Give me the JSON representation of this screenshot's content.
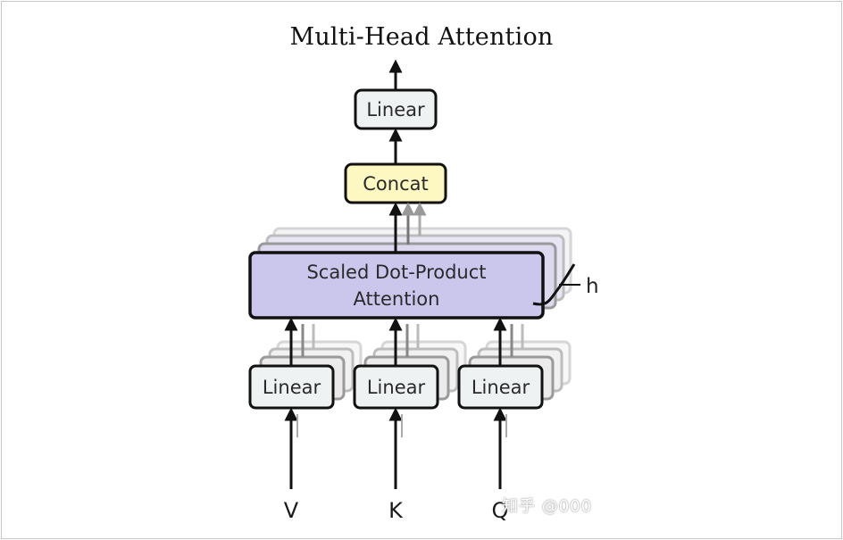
{
  "title": "Multi-Head Attention",
  "top_linear_label": "Linear",
  "concat_label": "Concat",
  "attention_label_line1": "Scaled Dot-Product",
  "attention_label_line2": "Attention",
  "heads_label": "h",
  "input_linears": [
    "Linear",
    "Linear",
    "Linear"
  ],
  "inputs": [
    "V",
    "K",
    "Q"
  ],
  "watermark": "知乎 @000",
  "colors": {
    "concat_fill": "#fdf7c2",
    "attention_fill": "#cbc6eb",
    "linear_fill": "#eef2f2",
    "stroke": "#111111"
  }
}
